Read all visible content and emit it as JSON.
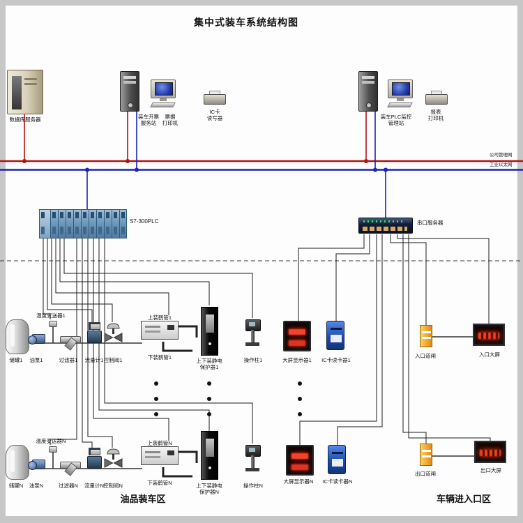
{
  "title": "集中式装车系统结构图",
  "buses": {
    "company": "公司管理网",
    "industrial": "工业以太网"
  },
  "top": {
    "db_server": "数据库服务器",
    "ticket_station": "装车开票\n服务站",
    "ticket_printer": "票据\n打印机",
    "ic_writer": "IC卡\n读写器",
    "plc_station": "装车PLC监控\n管理站",
    "report_printer": "报表\n打印机"
  },
  "controllers": {
    "plc": "S7-300PLC",
    "serial_server": "串口服务器"
  },
  "rows": {
    "r1": {
      "tank": "储罐1",
      "pump": "油泵1",
      "temp": "温度变送器1",
      "filter": "过滤器1",
      "flow": "流量计1",
      "valve": "控制阀1",
      "arm_top": "上装鹤管1",
      "arm_bottom": "下装鹤管1",
      "static_protector": "上下装静电\n保护器1",
      "post": "操作柱1",
      "display": "大屏显示器1",
      "reader": "IC卡读卡器1",
      "gate": "入口道闸",
      "gate_display": "入口大屏"
    },
    "rN": {
      "tank": "储罐N",
      "pump": "油泵N",
      "temp": "温度变送器N",
      "filter": "过滤器N",
      "flow": "流量计N",
      "valve": "控制阀N",
      "arm_top": "上装鹤管N",
      "arm_bottom": "下装鹤管N",
      "static_protector": "上下装静电\n保护器N",
      "post": "操作柱N",
      "display": "大屏显示器N",
      "reader": "IC卡读卡器N",
      "gate": "出口道闸",
      "gate_display": "出口大屏"
    }
  },
  "zones": {
    "loading": "油品装车区",
    "entrance": "车辆进入口区"
  },
  "colors": {
    "company_bus": "#b11212",
    "industrial_bus": "#1a22c0"
  }
}
